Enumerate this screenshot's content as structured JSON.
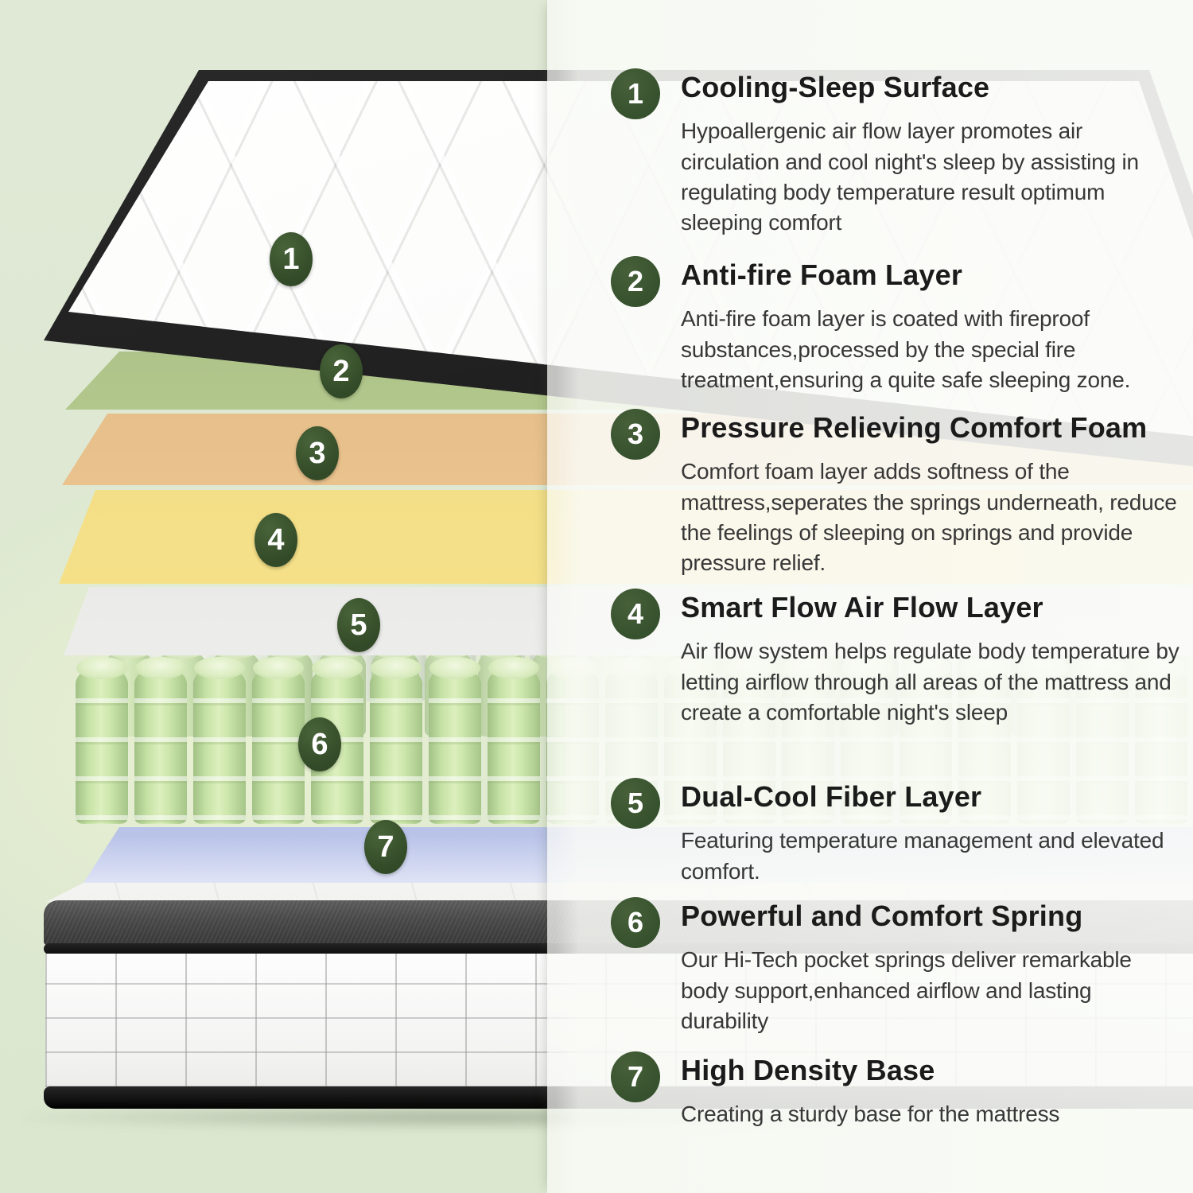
{
  "colors": {
    "background_left": "#dde8d1",
    "right_panel": "#fafbf7",
    "badge_green": "#36512d",
    "layer_antifire_green": "#cfe49c",
    "layer_comfort_orange": "#f6d09d",
    "layer_airflow_yellow": "#fae58d",
    "layer_fiber_white": "#f3f3f1",
    "layer_springs_green": "#cde7ac",
    "layer_base_blue": "#b9c3e8",
    "base_band_gray": "#474747",
    "binding_black": "#111111"
  },
  "diagram": {
    "labels": [
      "1",
      "2",
      "3",
      "4",
      "5",
      "6",
      "7"
    ],
    "layers": [
      {
        "label": "1",
        "name": "cooling-sleep-surface"
      },
      {
        "label": "2",
        "name": "anti-fire-foam-layer"
      },
      {
        "label": "3",
        "name": "pressure-relieving-comfort-foam"
      },
      {
        "label": "4",
        "name": "smart-flow-air-flow-layer"
      },
      {
        "label": "5",
        "name": "dual-cool-fiber-layer"
      },
      {
        "label": "6",
        "name": "pocket-spring-layer"
      },
      {
        "label": "7",
        "name": "high-density-base"
      }
    ]
  },
  "sections": [
    {
      "num": "1",
      "title": "Cooling-Sleep Surface",
      "body": "Hypoallergenic air flow layer promotes air circulation and cool night's sleep by assisting in regulating body temperature result optimum sleeping comfort"
    },
    {
      "num": "2",
      "title": "Anti-fire Foam Layer",
      "body": "Anti-fire foam layer is coated with fireproof substances,processed by the special fire treatment,ensuring a quite safe sleeping zone."
    },
    {
      "num": "3",
      "title": "Pressure Relieving Comfort Foam",
      "body": "Comfort foam layer adds softness of the mattress,seperates the springs underneath, reduce the feelings of sleeping on springs and provide pressure relief."
    },
    {
      "num": "4",
      "title": "Smart Flow Air Flow Layer",
      "body": "Air flow system helps regulate body temperature by letting airflow through all areas of the mattress and create a comfortable night's sleep"
    },
    {
      "num": "5",
      "title": "Dual-Cool Fiber Layer",
      "body": "Featuring temperature management and elevated comfort."
    },
    {
      "num": "6",
      "title": "Powerful and Comfort Spring",
      "body": "Our Hi-Tech pocket springs deliver remarkable body support,enhanced airflow and lasting durability"
    },
    {
      "num": "7",
      "title": "High Density Base",
      "body": "Creating a sturdy base for the mattress"
    }
  ]
}
